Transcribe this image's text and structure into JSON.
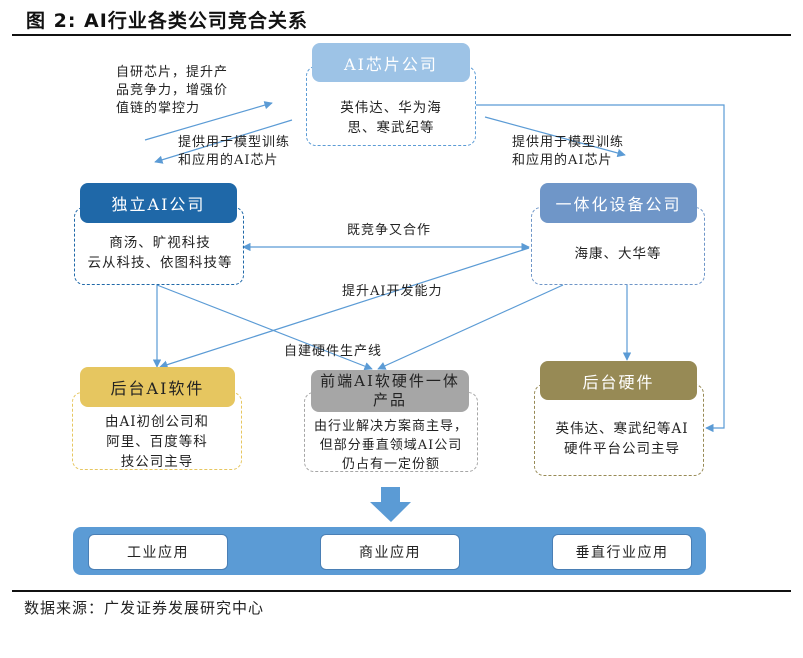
{
  "figure": {
    "title": "图 2:  AI行业各类公司竞合关系",
    "source": "数据来源：广发证券发展研究中心"
  },
  "colors": {
    "ai_chip_header": "#9dc3e6",
    "independent_ai_header": "#1f68a8",
    "integrated_device_header": "#6f96c8",
    "backend_software_header": "#e6c660",
    "frontend_product_header": "#a6a6a6",
    "backend_hardware_header": "#978a55",
    "connector_line": "#5b9bd5",
    "applications_bar": "#5b9bd5"
  },
  "nodes": {
    "ai_chip": {
      "header": "AI芯片公司",
      "body": [
        "英伟达、华为海",
        "思、寒武纪等"
      ]
    },
    "independent_ai": {
      "header": "独立AI公司",
      "body": [
        "商汤、旷视科技",
        "云从科技、依图科技等"
      ]
    },
    "integrated_device": {
      "header": "一体化设备公司",
      "body": [
        "海康、大华等"
      ]
    },
    "backend_software": {
      "header": "后台AI软件",
      "body": [
        "由AI初创公司和",
        "阿里、百度等科",
        "技公司主导"
      ]
    },
    "frontend_product": {
      "header": [
        "前端AI软硬件一体",
        "产品"
      ],
      "body": [
        "由行业解决方案商主导，",
        "但部分垂直领域AI公司",
        "仍占有一定份额"
      ]
    },
    "backend_hardware": {
      "header": "后台硬件",
      "body": [
        "英伟达、寒武纪等AI",
        "硬件平台公司主导"
      ]
    }
  },
  "edge_labels": {
    "self_research_chip": [
      "自研芯片，提升产",
      "品竞争力，增强价",
      "值链的掌控力"
    ],
    "provide_chips_left": [
      "提供用于模型训练",
      "和应用的AI芯片"
    ],
    "provide_chips_right": [
      "提供用于模型训练",
      "和应用的AI芯片"
    ],
    "compete_cooperate": "既竞争又合作",
    "improve_ai_capability": "提升AI开发能力",
    "self_build_hardware": "自建硬件生产线"
  },
  "applications": [
    "工业应用",
    "商业应用",
    "垂直行业应用"
  ]
}
